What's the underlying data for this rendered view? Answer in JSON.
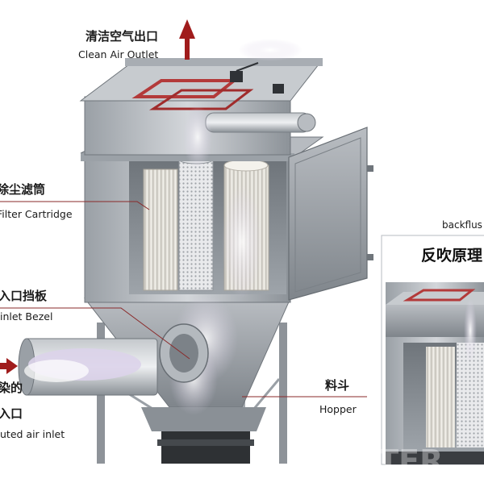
{
  "labels": {
    "outlet_cn": "清洁空气出口",
    "outlet_en": "Clean Air Outlet",
    "cartridge_cn": "除尘滤筒",
    "cartridge_en": "Filter Cartridge",
    "bezel_cn": "入口挡板",
    "bezel_en": "inlet Bezel",
    "polluted_cn1": "染的",
    "polluted_cn2": "入口",
    "polluted_en": "uted air inlet",
    "hopper_cn": "料斗",
    "hopper_en": "Hopper"
  },
  "inset": {
    "caption": "backflus",
    "title": "反吹原理"
  },
  "watermark": "LEFILTER",
  "colors": {
    "arrow": "#a01c1c",
    "leader": "#8a2a2a",
    "steel_light": "#c9ccd0",
    "steel_dark": "#8f949a",
    "cartridge": "#ece9e0"
  }
}
